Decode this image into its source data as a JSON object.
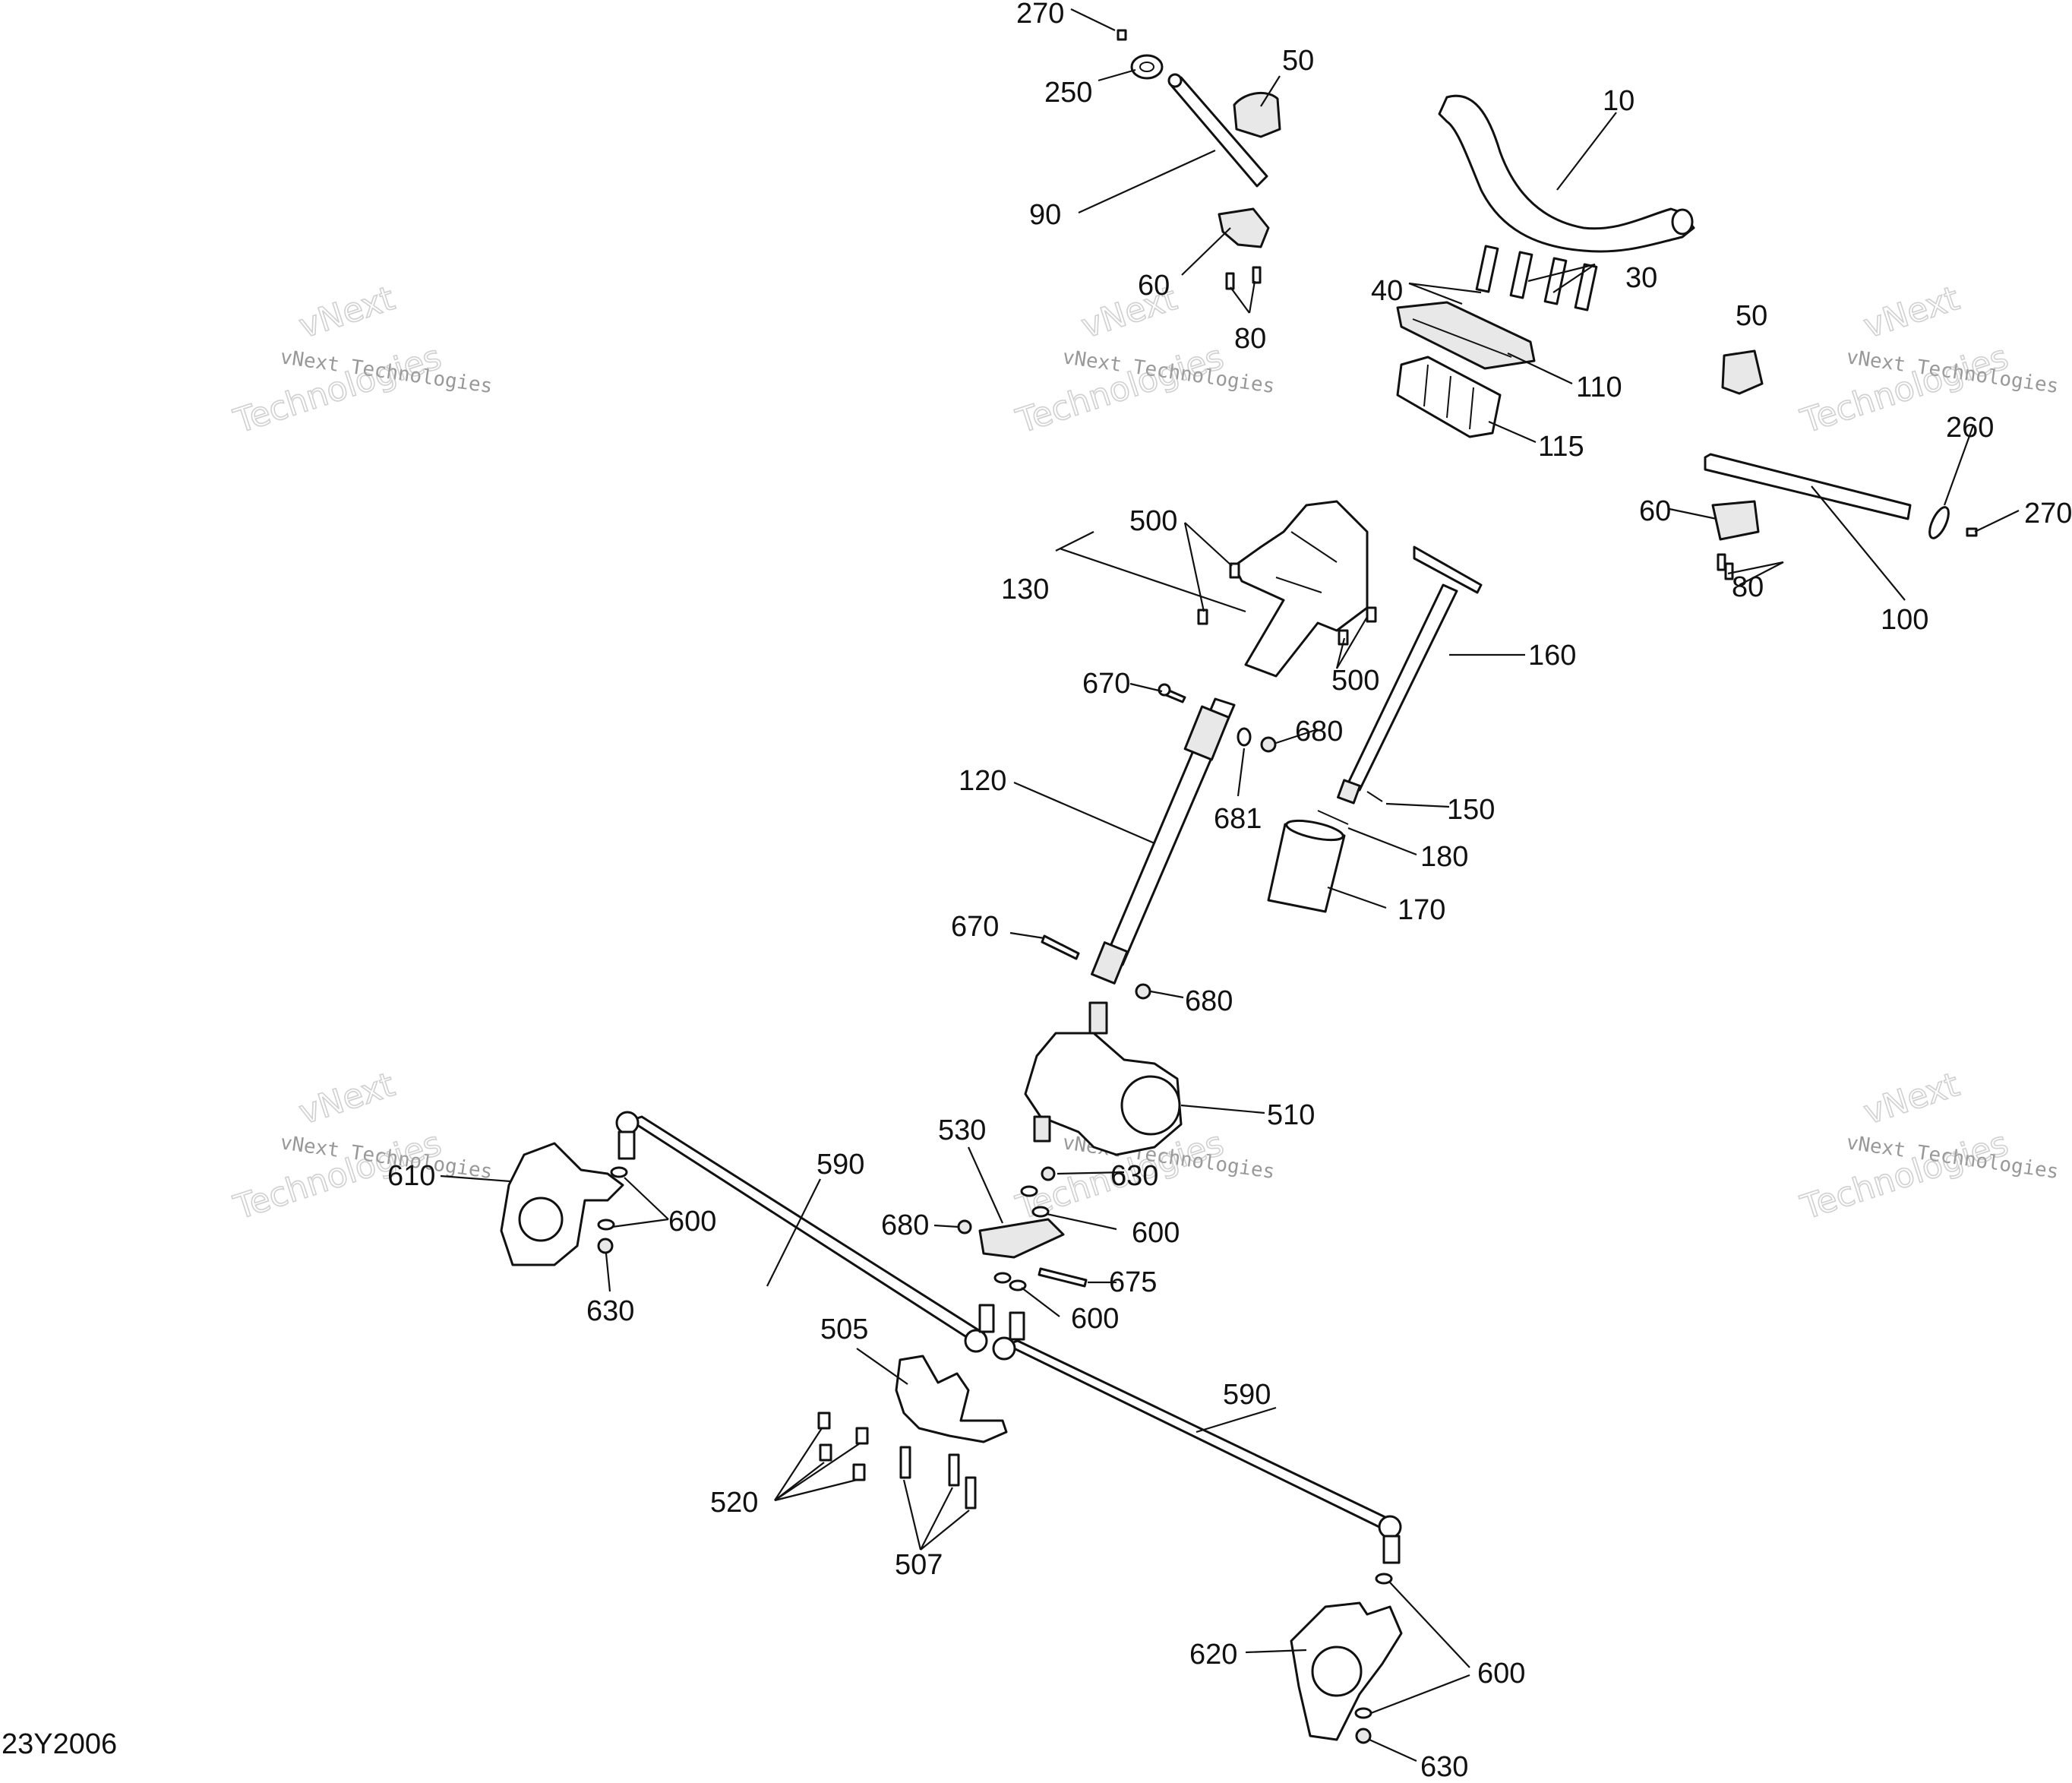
{
  "diagram_code": "23Y2006",
  "watermark": {
    "brand": "vNext",
    "line1": "vNext Technologies",
    "line2": "Technologies"
  },
  "callouts": {
    "c10": "10",
    "c30": "30",
    "c40": "40",
    "c50a": "50",
    "c50b": "50",
    "c60a": "60",
    "c60b": "60",
    "c80a": "80",
    "c80b": "80",
    "c90": "90",
    "c100": "100",
    "c110": "110",
    "c115": "115",
    "c120": "120",
    "c130": "130",
    "c150": "150",
    "c160": "160",
    "c170": "170",
    "c180": "180",
    "c250": "250",
    "c260": "260",
    "c270a": "270",
    "c270b": "270",
    "c500a": "500",
    "c500b": "500",
    "c505": "505",
    "c507": "507",
    "c510": "510",
    "c520": "520",
    "c530": "530",
    "c590a": "590",
    "c590b": "590",
    "c600a": "600",
    "c600b": "600",
    "c600c": "600",
    "c600d": "600",
    "c610": "610",
    "c620": "620",
    "c630a": "630",
    "c630b": "630",
    "c630c": "630",
    "c670a": "670",
    "c670b": "670",
    "c675": "675",
    "c680a": "680",
    "c680b": "680",
    "c680c": "680",
    "c681": "681"
  }
}
